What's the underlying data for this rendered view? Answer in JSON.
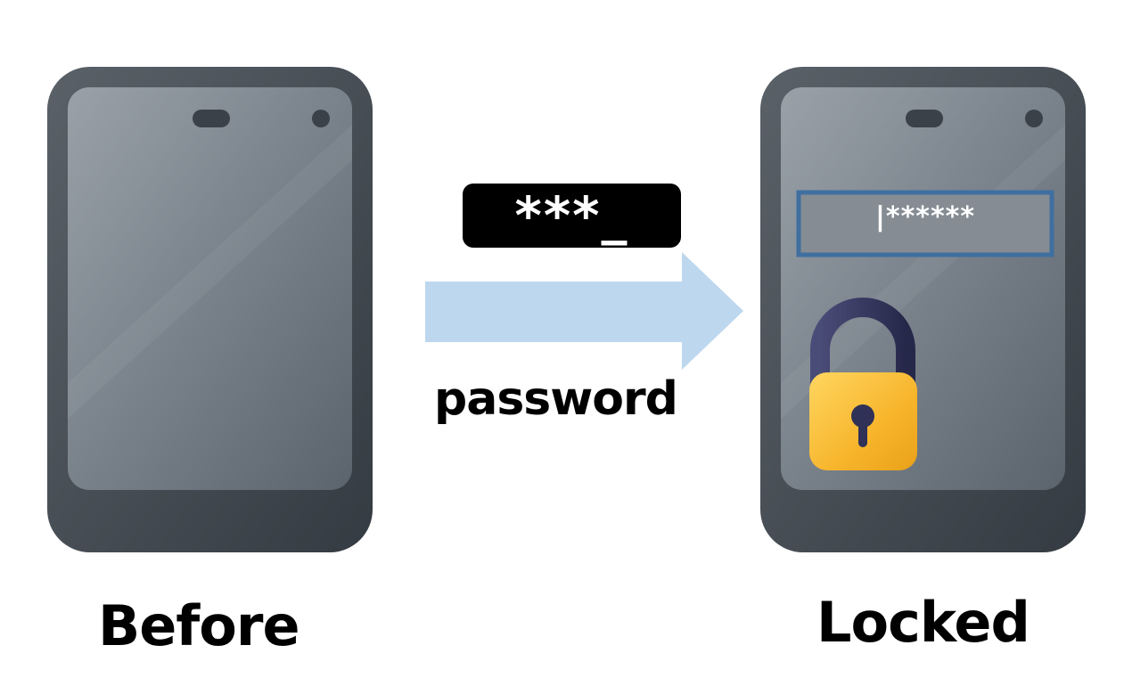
{
  "labels": {
    "before": "Before",
    "locked": "Locked",
    "password": "password"
  },
  "password_pill": {
    "text": "***_"
  },
  "screen_field": {
    "text": "|******"
  },
  "icons": {
    "left_phone": "smartphone-icon",
    "right_phone": "smartphone-icon",
    "arrow": "right-arrow-icon",
    "lock": "padlock-icon"
  },
  "colors": {
    "phone_body": "#454d55",
    "phone_screen": "#7a838c",
    "arrow_fill": "#bdd7ee",
    "field_border": "#3f6fa0",
    "lock_body": "#f9b931",
    "lock_shackle": "#2f3157",
    "pill_bg": "#000000"
  }
}
